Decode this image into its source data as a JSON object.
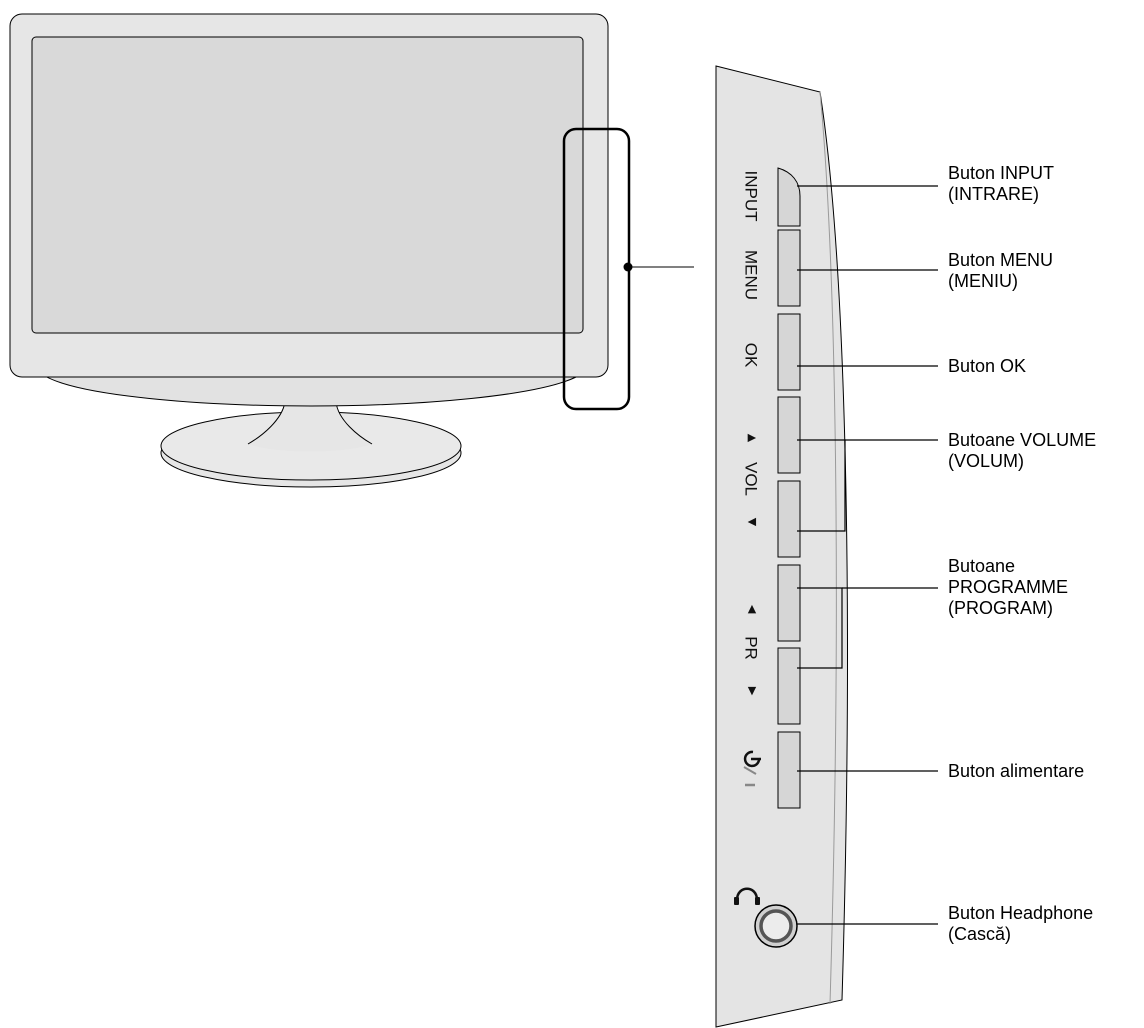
{
  "side_panel_labels": {
    "input": "INPUT",
    "menu": "MENU",
    "ok": "OK",
    "vol": "VOL",
    "pr": "PR"
  },
  "callouts": {
    "input": [
      "Buton INPUT",
      "(INTRARE)"
    ],
    "menu": [
      "Buton MENU",
      "(MENIU)"
    ],
    "ok": [
      "Buton OK"
    ],
    "volume": [
      "Butoane VOLUME",
      "(VOLUM)"
    ],
    "programme": [
      "Butoane",
      "PROGRAMME",
      "(PROGRAM)"
    ],
    "power": [
      "Buton alimentare"
    ],
    "headphone": [
      "Buton Headphone",
      "(Cască)"
    ]
  },
  "icons": {
    "power": "power-standby-icon",
    "headphone": "headphone-icon",
    "volume_up": "triangle-up-icon",
    "volume_down": "triangle-down-icon",
    "programme_up": "triangle-up-icon",
    "programme_down": "triangle-down-icon"
  },
  "colors": {
    "tv_body": "#e6e6e6",
    "screen": "#d9d9d9",
    "button_face": "#d6d6d6",
    "outline": "#000000"
  }
}
